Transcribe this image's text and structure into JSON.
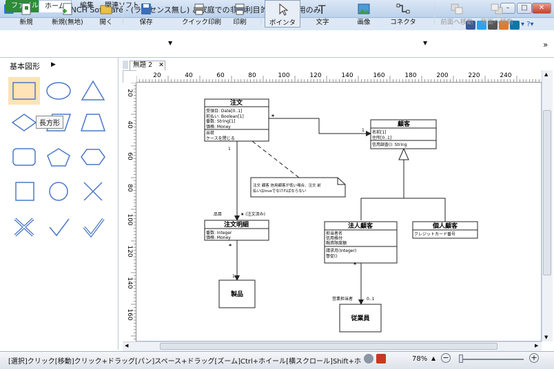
{
  "window": {
    "title": "ClickCharts ©NCH Software - (ライセンス無し) ご家庭での非営利目的でのご使用のみ",
    "min": "–",
    "max": "□",
    "close": "✕"
  },
  "ribbon": {
    "tabs": [
      "ファイル",
      "ホーム",
      "編集",
      "関連ソフト"
    ],
    "help": "▾ ?▾"
  },
  "toolbar": {
    "new": "新規",
    "new_blank": "新規(無地)",
    "open": "開く",
    "save": "保存",
    "quick_print": "クイック印刷",
    "print": "印刷",
    "pointer": "ポインタ",
    "text": "文字",
    "image": "画像",
    "connector": "コネクタ",
    "bring_forward": "前面へ移動",
    "send_backward": "背面へ移動",
    "more": "»"
  },
  "shapes_panel": {
    "title": "基本図形",
    "tooltip": "長方形"
  },
  "document": {
    "tab_label": "無題 2",
    "tab_close": "✕"
  },
  "rulers": {
    "h": [
      "20",
      "40",
      "60",
      "80",
      "100",
      "120",
      "140",
      "160",
      "180",
      "200",
      "220",
      "240"
    ],
    "v": [
      "20",
      "40",
      "60",
      "80",
      "100",
      "120",
      "140",
      "160"
    ]
  },
  "diagram": {
    "order": {
      "title": "注文",
      "attrs": [
        "受領日: Date[0..1]",
        "前払い: Boolean[1]",
        "番数: String[1]",
        "価格: Money"
      ],
      "ops": [
        "出荷",
        "ケースを閉じる"
      ]
    },
    "customer": {
      "title": "顧客",
      "attrs": [
        "名前[1]",
        "住所[0..1]"
      ],
      "ops": [
        "信用調査(): String"
      ]
    },
    "order_line": {
      "title": "注文明細",
      "attrs": [
        "番数: Integer",
        "価格: Money"
      ]
    },
    "corp_customer": {
      "title": "法人顧客",
      "attrs": [
        "担当者名",
        "信用格付",
        "融資限度額"
      ],
      "ops": [
        "請求月(Integer)",
        "督促()"
      ]
    },
    "personal_customer": {
      "title": "個人顧客",
      "attrs": [
        "クレジットカード番号"
      ]
    },
    "product": {
      "title": "製品"
    },
    "employee": {
      "title": "従業員"
    },
    "note": {
      "line1": "注文 顧客 信用顧客が低い場合、注文 前",
      "line2": "払いはtrueでなければならない"
    },
    "labels": {
      "star_order_customer": "*",
      "one_customer": "1",
      "one_order": "1",
      "item_role": "品目",
      "star_line": "★ (注文済み)",
      "star_line_product": "*",
      "one_product": "1",
      "star_corp": "*",
      "sales_rep": "営業担当者",
      "zero_one": "0..1"
    }
  },
  "statusbar": {
    "text": "[選択]クリック[移動]クリック+ドラッグ[パン]スペース+ドラッグ[ズーム]Ctrl+ホイール[横スクロール]Shift+ホイール[縦]",
    "zoom": "78%",
    "zoom_out": "−",
    "zoom_in": "+"
  }
}
